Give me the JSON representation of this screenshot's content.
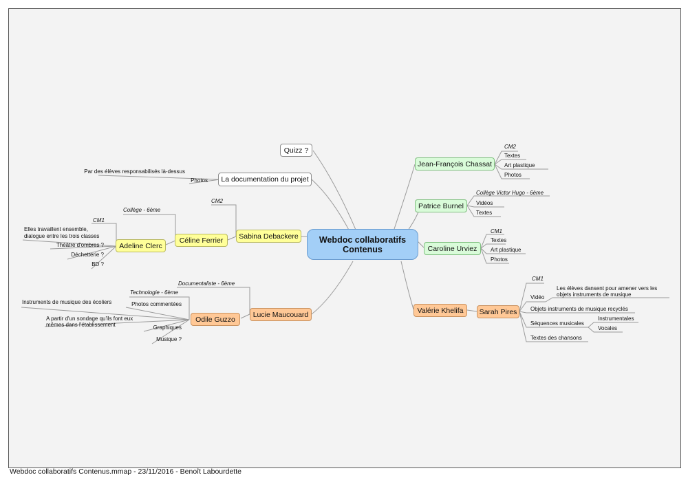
{
  "map": {
    "center": {
      "line1": "Webdoc  collaboratifs",
      "line2": "Contenus"
    },
    "quizz": "Quizz ?",
    "doc": {
      "label": "La documentation du projet",
      "children": [
        "Par des élèves responsabilisés là-dessus",
        "Photos"
      ]
    },
    "sabina": {
      "label": "Sabina Debackere",
      "note": "CM2"
    },
    "celine": {
      "label": "Céline Ferrier",
      "note": "Collège - 6ème"
    },
    "adeline": {
      "label": "Adeline Clerc",
      "note": "CM1",
      "children": [
        "Elles travaillent ensemble,",
        "dialogue entre les trois classes",
        "Théâtre d'ombres ?",
        "Déchetterie ?",
        "BD ?"
      ]
    },
    "lucie": {
      "label": "Lucie Maucouard",
      "note": "Documentaliste - 6ème"
    },
    "odile": {
      "label": "Odile Guzzo",
      "note": "Technologie - 6ème",
      "children": [
        "Photos commentées",
        "Instruments de musique des écoliers",
        "Graphiques",
        "A partir d'un sondage qu'ils font eux",
        "mêmes dans l'établissement",
        "Musique ?"
      ]
    },
    "jf": {
      "label": "Jean-François Chassat",
      "note": "CM2",
      "children": [
        "Textes",
        "Art plastique",
        "Photos"
      ]
    },
    "patrice": {
      "label": "Patrice Burnel",
      "note": "Collège Victor Hugo - 6ème",
      "children": [
        "Vidéos",
        "Textes"
      ]
    },
    "caroline": {
      "label": "Caroline Urviez",
      "note": "CM1",
      "children": [
        "Textes",
        "Art plastique",
        "Photos"
      ]
    },
    "valerie": {
      "label": "Valérie Khelifa"
    },
    "sarah": {
      "label": "Sarah Pires",
      "note": "CM1",
      "children": [
        "Vidéo",
        "Les élèves dansent pour amener vers les",
        "objets instruments de musique",
        "Objets instruments de musique recyclés",
        "Séquences musicales",
        "Instrumentales",
        "Vocales",
        "Textes des chansons"
      ]
    }
  },
  "footer": "Webdoc  collaboratifs Contenus.mmap - 23/11/2016 - Benoît  Labourdette"
}
